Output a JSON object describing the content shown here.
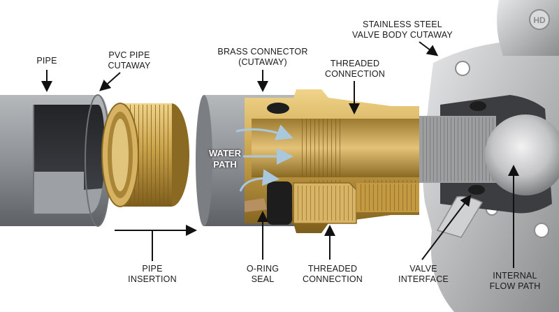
{
  "labels": {
    "pipe": "PIPE",
    "pvc_line1": "PVC PIPE",
    "pvc_line2": "CUTAWAY",
    "brass_line1": "BRASS CONNECTOR",
    "brass_line2": "(CUTAWAY)",
    "threaded_top_line1": "THREADED",
    "threaded_top_line2": "CONNECTION",
    "stainless_line1": "STAINLESS STEEL",
    "stainless_line2": "VALVE BODY CUTAWAY",
    "water_line1": "WATER",
    "water_line2": "PATH",
    "insertion_line1": "PIPE",
    "insertion_line2": "INSERTION",
    "oring_line1": "O-RING",
    "oring_line2": "SEAL",
    "threaded_bottom_line1": "THREADED",
    "threaded_bottom_line2": "CONNECTION",
    "valve_line1": "VALVE",
    "valve_line2": "INTERFACE",
    "flow_line1": "INTERNAL",
    "flow_line2": "FLOW PATH"
  },
  "embossed": {
    "valve_logo": "HD"
  },
  "colors": {
    "pvc": "#8e9195",
    "pvc_dark": "#2f3236",
    "brass": "#c9a24a",
    "brass_dark": "#8a6a22",
    "steel": "#c7c8c9",
    "water_arrow": "#a9c8de",
    "seal": "#1d1d1d"
  }
}
